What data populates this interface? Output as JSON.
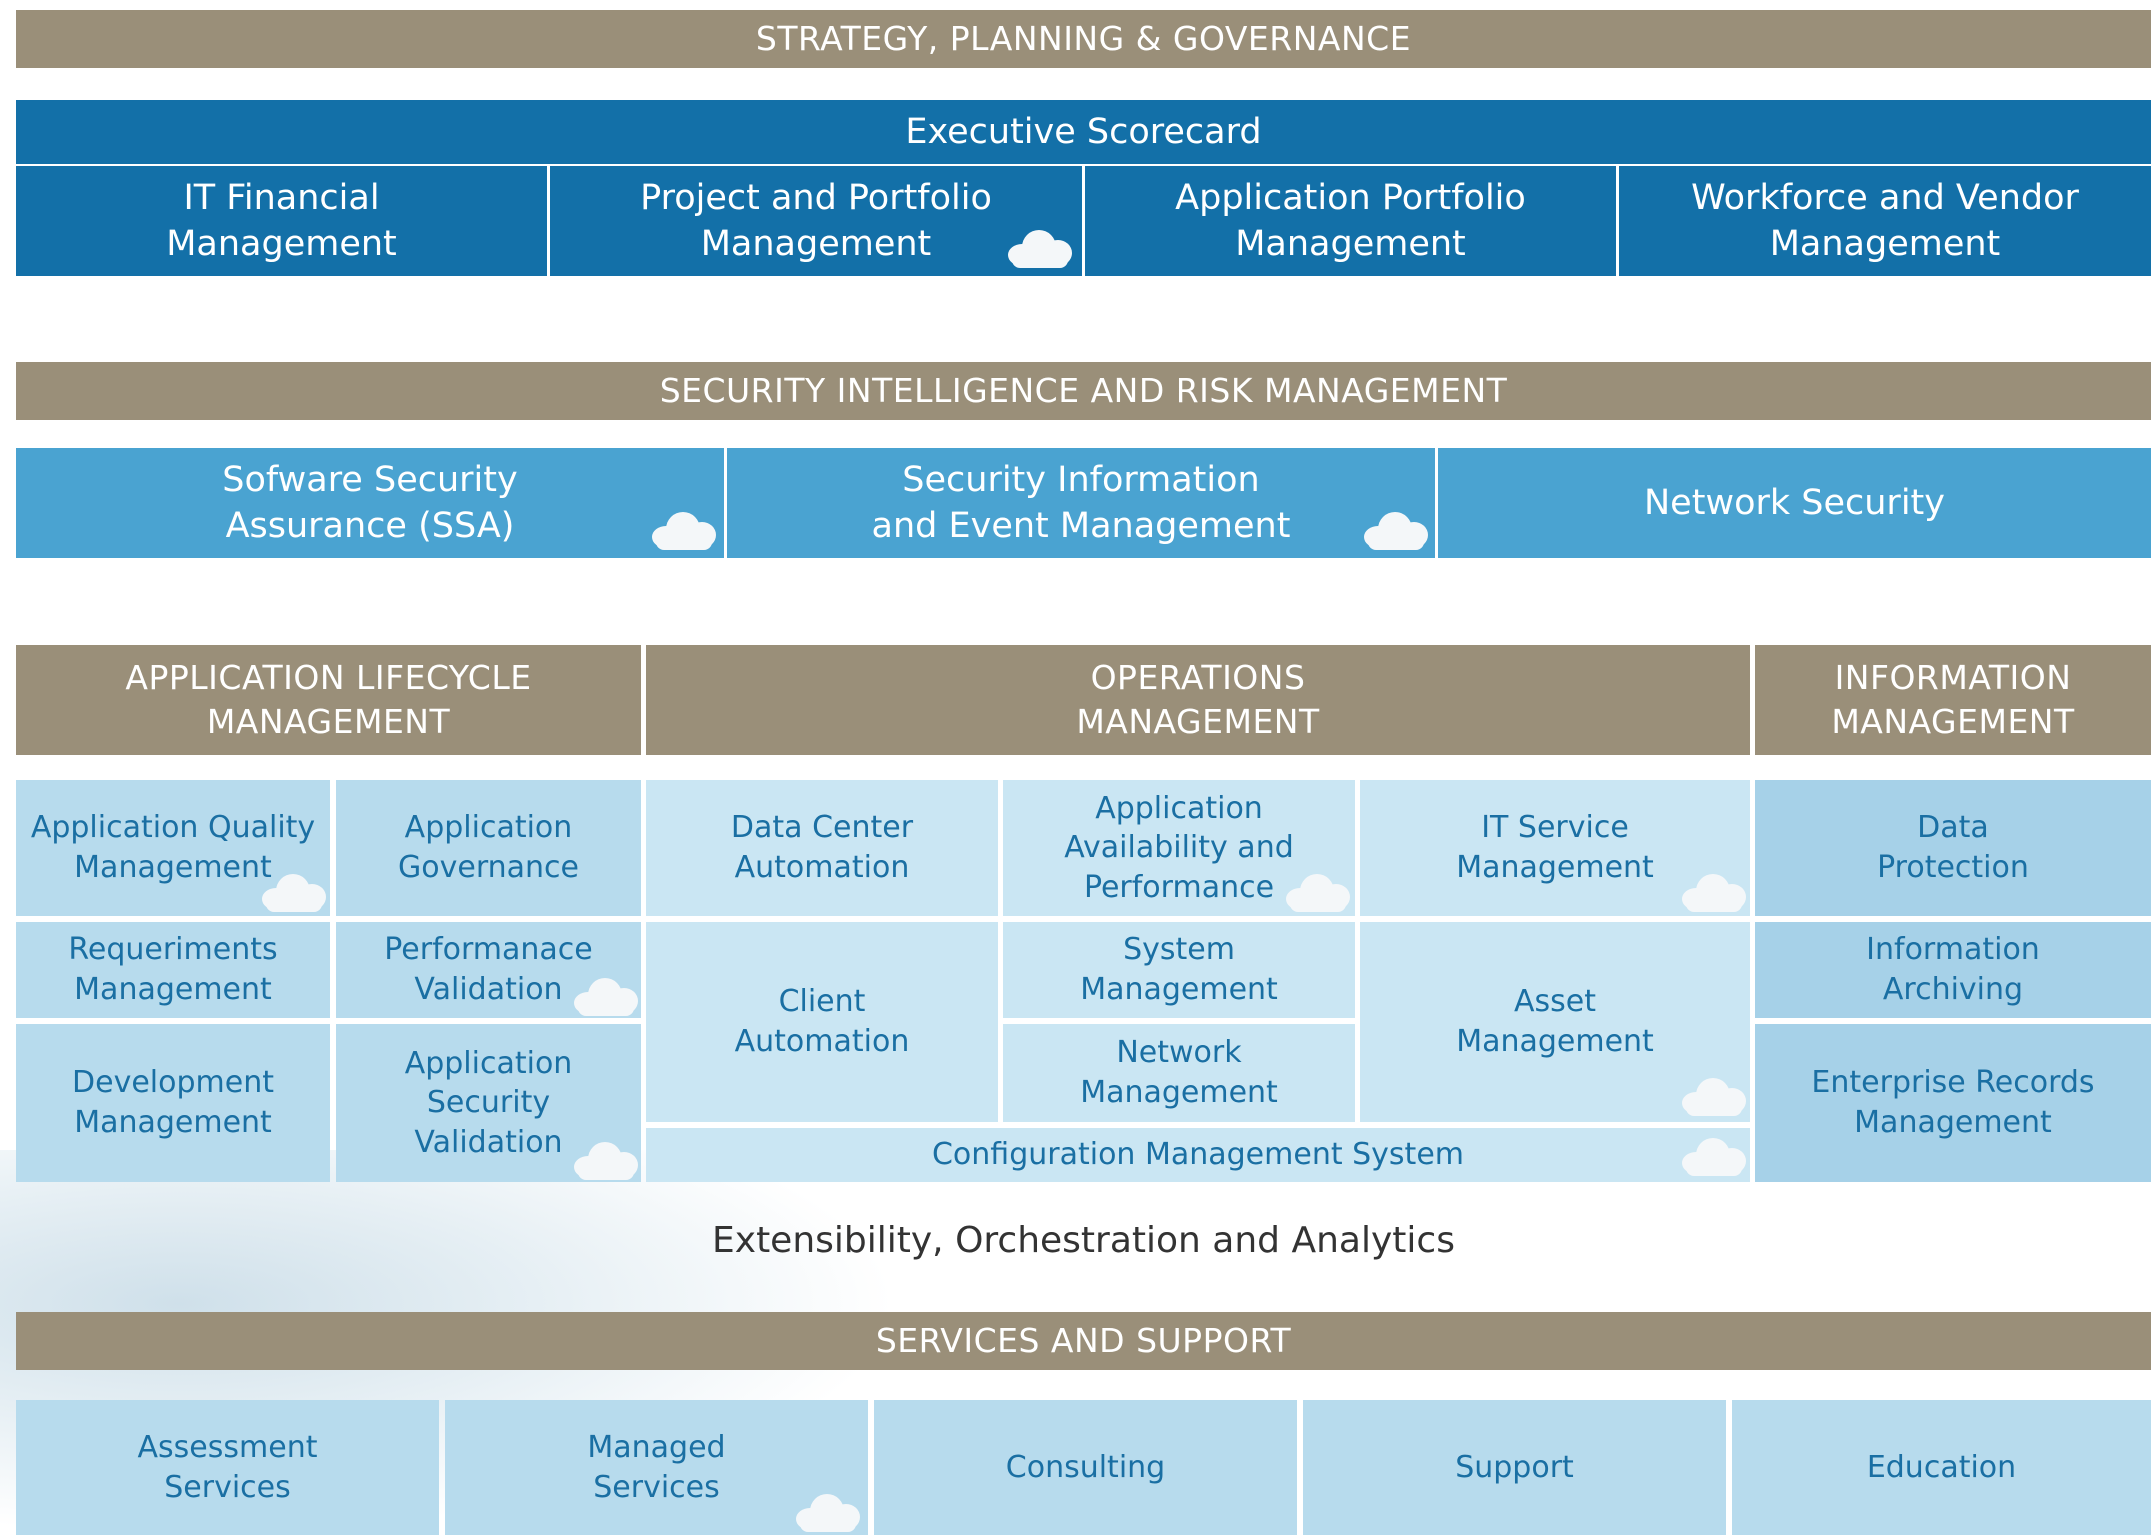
{
  "strategy": {
    "header": "STRATEGY, PLANNING & GOVERNANCE",
    "executive_scorecard": "Executive Scorecard",
    "items": [
      "IT Financial\nManagement",
      "Project and Portfolio\nManagement",
      "Application Portfolio\nManagement",
      "Workforce and Vendor\nManagement"
    ]
  },
  "security": {
    "header": "SECURITY INTELLIGENCE AND RISK MANAGEMENT",
    "items": [
      "Sofware Security\nAssurance (SSA)",
      "Security Information\nand Event Management",
      "Network Security"
    ]
  },
  "alm": {
    "header": "APPLICATION LIFECYCLE\nMANAGEMENT",
    "quality": "Application Quality\nManagement",
    "governance": "Application\nGovernance",
    "requirements": "Requeriments\nManagement",
    "performance": "Performanace\nValidation",
    "development": "Development\nManagement",
    "security_validation": "Application\nSecurity\nValidation"
  },
  "operations": {
    "header": "OPERATIONS\nMANAGEMENT",
    "data_center": "Data Center\nAutomation",
    "availability": "Application\nAvailability and\nPerformance",
    "it_service": "IT Service\nManagement",
    "client": "Client\nAutomation",
    "system": "System\nManagement",
    "network": "Network\nManagement",
    "asset": "Asset\nManagement",
    "cms": "Configuration Management System"
  },
  "information": {
    "header": "INFORMATION\nMANAGEMENT",
    "protection": "Data\nProtection",
    "archiving": "Information\nArchiving",
    "records": "Enterprise Records\nManagement"
  },
  "extensibility": "Extensibility, Orchestration and Analytics",
  "services": {
    "header": "SERVICES AND SUPPORT",
    "items": [
      "Assessment\nServices",
      "Managed\nServices",
      "Consulting",
      "Support",
      "Education"
    ]
  },
  "colors": {
    "bar": "#9a8f79",
    "dark_blue": "#1370a8",
    "mid_blue": "#4aa3d1",
    "light_blue": "#b7dbed",
    "text_blue": "#1a6fa3"
  }
}
